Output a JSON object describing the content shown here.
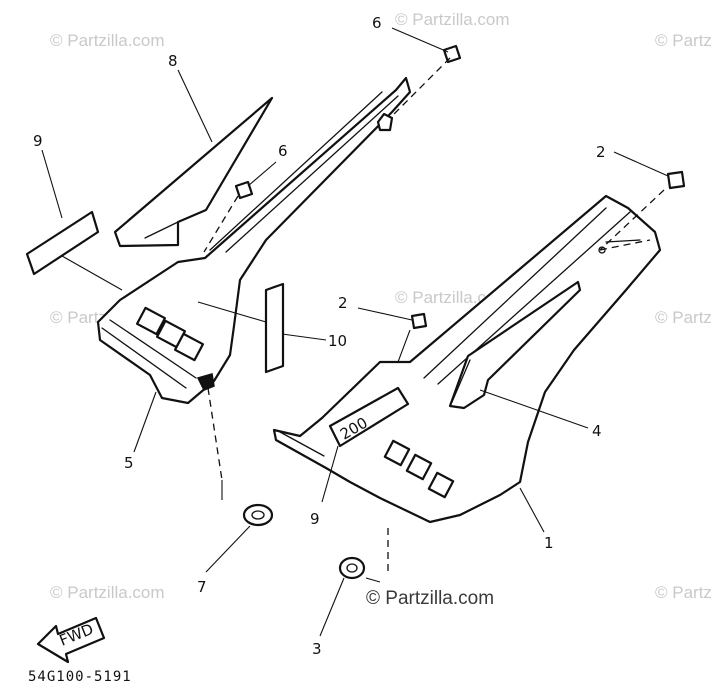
{
  "diagram": {
    "callouts": [
      "6",
      "8",
      "9",
      "6",
      "2",
      "2",
      "10",
      "4",
      "5",
      "9",
      "1",
      "7",
      "3"
    ],
    "badge_text": "200",
    "fwd_label": "FWD",
    "reference_code": "54G100-5191",
    "watermark_text": "© Partzilla.com",
    "colors": {
      "line": "#111111",
      "watermark": "#c9c9c9",
      "background": "#ffffff"
    }
  }
}
